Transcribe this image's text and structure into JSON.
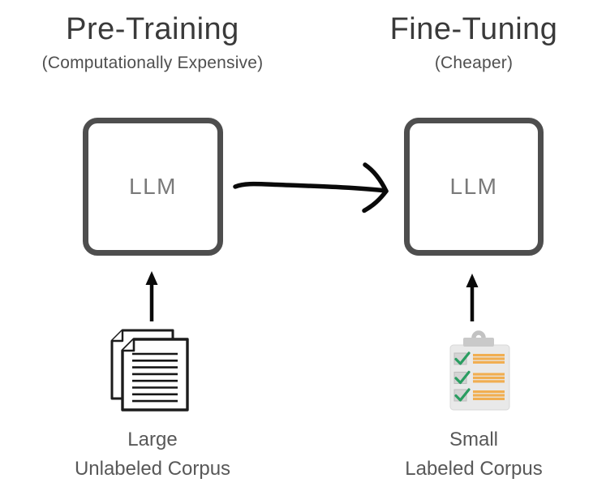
{
  "columns": [
    {
      "id": "pre-training",
      "title": "Pre-Training",
      "subtitle": "(Computationally Expensive)",
      "box_label": "LLM",
      "corpus_label_line1": "Large",
      "corpus_label_line2": "Unlabeled Corpus",
      "input_icon": "stacked-documents-icon"
    },
    {
      "id": "fine-tuning",
      "title": "Fine-Tuning",
      "subtitle": "(Cheaper)",
      "box_label": "LLM",
      "corpus_label_line1": "Small",
      "corpus_label_line2": "Labeled Corpus",
      "input_icon": "checklist-clipboard-icon"
    }
  ],
  "connections": [
    {
      "from": "pre-training-llm-box",
      "to": "fine-tuning-llm-box",
      "style": "hand-drawn-arrow",
      "direction": "right"
    },
    {
      "from": "large-unlabeled-corpus-icon",
      "to": "pre-training-llm-box",
      "style": "straight-arrow",
      "direction": "up"
    },
    {
      "from": "small-labeled-corpus-icon",
      "to": "fine-tuning-llm-box",
      "style": "straight-arrow",
      "direction": "up"
    }
  ],
  "colors": {
    "background": "#ffffff",
    "title_text": "#3a3a3a",
    "subtitle_text": "#4f4f4f",
    "box_border": "#4e4e4e",
    "box_label_text": "#7a7a7a",
    "corpus_label_text": "#585858",
    "arrow_black": "#0a0a0a",
    "document_outline": "#1c1c1c",
    "clipboard_body": "#e9e9e9",
    "clipboard_clip": "#c9c9c9",
    "check_green": "#2a9d61",
    "bar_orange": "#f1ae51"
  }
}
